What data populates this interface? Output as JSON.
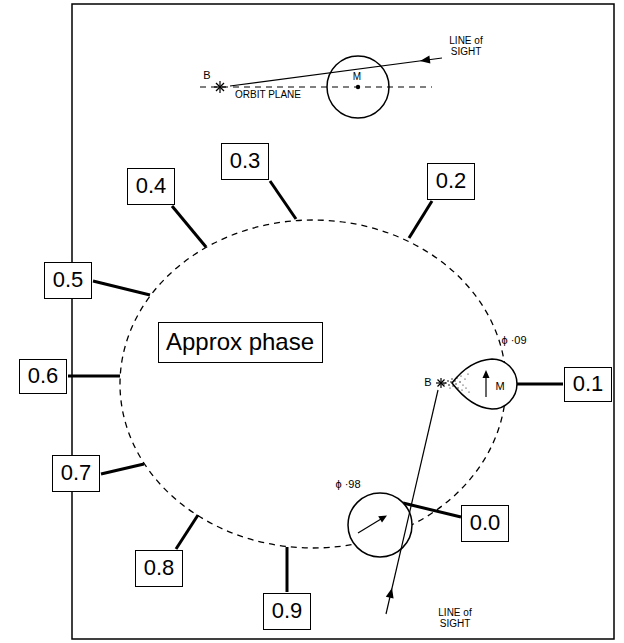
{
  "diagram": {
    "nodes": [
      {
        "text": [
          "0.3"
        ]
      },
      {
        "text": [
          "0.2"
        ]
      },
      {
        "text": [
          "0.4"
        ]
      },
      {
        "text": [
          "0.5"
        ]
      },
      {
        "text": [
          "Approx phase"
        ]
      },
      {
        "text": [
          "0.6"
        ]
      },
      {
        "text": [
          "0.1"
        ]
      },
      {
        "text": [
          "0.7"
        ]
      },
      {
        "text": [
          "0.0"
        ]
      },
      {
        "text": [
          "0.8"
        ]
      },
      {
        "text": [
          "0.9"
        ]
      }
    ],
    "labels": [
      "B",
      "M",
      "ORBIT PLANE",
      "LINE of SIGHT",
      "ϕ ·09",
      "B",
      "M",
      "ϕ ·98",
      "LINE of SIGHT"
    ]
  }
}
